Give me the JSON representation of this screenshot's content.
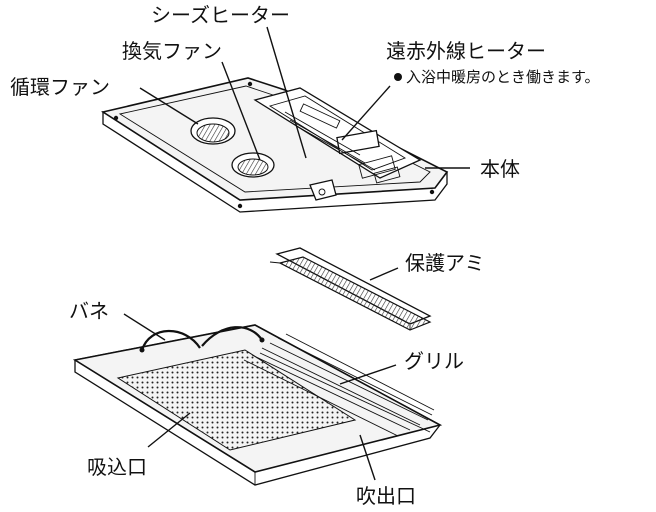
{
  "labels": {
    "sheath_heater": "シーズヒーター",
    "exhaust_fan": "換気ファン",
    "circulation_fan": "循環ファン",
    "infrared_heater": "遠赤外線ヒーター",
    "infrared_note": "入浴中暖房のとき働きます。",
    "main_unit": "本体",
    "protective_mesh": "保護アミ",
    "spring": "バネ",
    "grille": "グリル",
    "intake": "吸込口",
    "outlet": "吹出口"
  }
}
